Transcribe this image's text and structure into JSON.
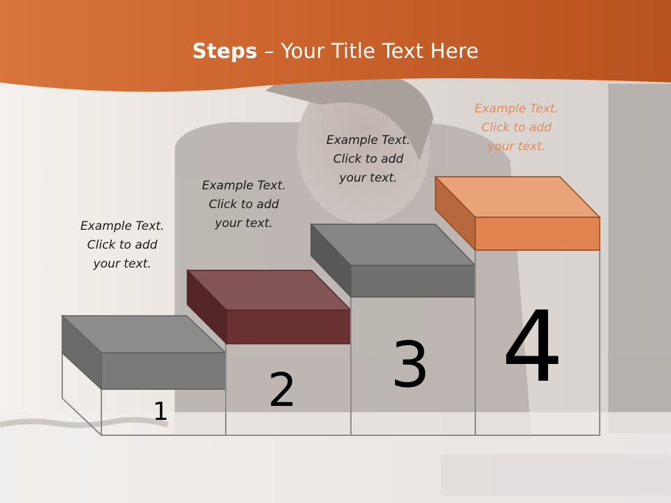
{
  "slide": {
    "title_bold": "Steps",
    "title_rest": " – Your Title Text Here"
  },
  "colors": {
    "banner": "#c8602a",
    "step1_block": "#7a7a7a",
    "step2_block": "#6b3233",
    "step3_block": "#707070",
    "step4_block": "#e2844f",
    "caption_accent": "#e38a5a"
  },
  "steps": [
    {
      "number": "1",
      "caption": [
        "Example Text.",
        "Click  to add",
        "your text."
      ]
    },
    {
      "number": "2",
      "caption": [
        "Example Text.",
        "Click  to add",
        "your text."
      ]
    },
    {
      "number": "3",
      "caption": [
        "Example Text.",
        "Click  to add",
        "your text."
      ]
    },
    {
      "number": "4",
      "caption": [
        "Example Text.",
        "Click  to add",
        "your text."
      ]
    }
  ]
}
